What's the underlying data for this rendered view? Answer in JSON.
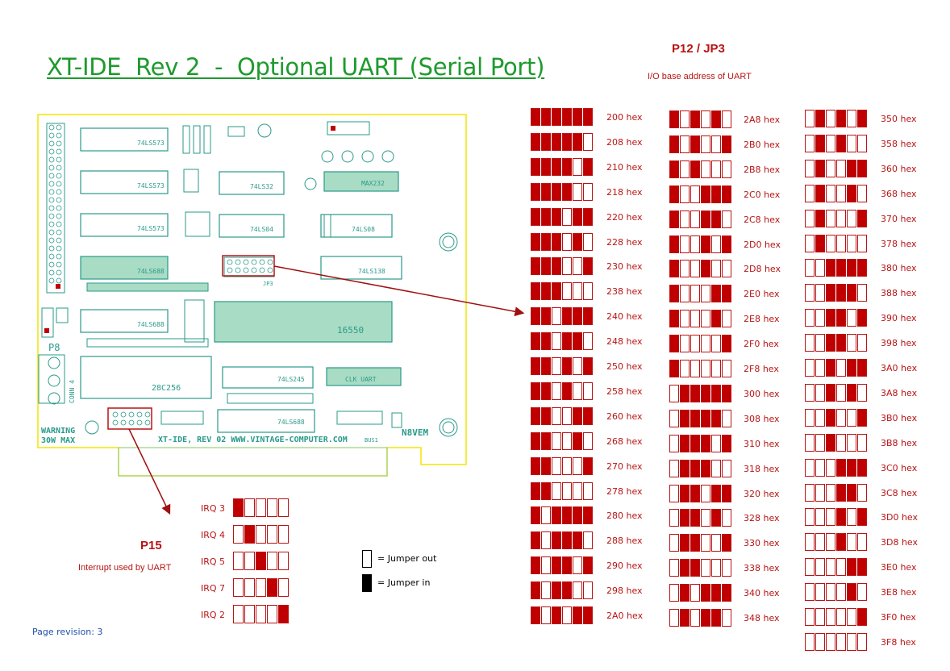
{
  "title": "XT-IDE  Rev 2  -  Optional UART (Serial Port)",
  "p12": {
    "heading": "P12 / JP3",
    "subheading": "I/O base address of UART",
    "columns": [
      [
        {
          "label": "200 hex",
          "bits": [
            1,
            1,
            1,
            1,
            1,
            1
          ]
        },
        {
          "label": "208 hex",
          "bits": [
            1,
            1,
            1,
            1,
            1,
            0
          ]
        },
        {
          "label": "210 hex",
          "bits": [
            1,
            1,
            1,
            1,
            0,
            1
          ]
        },
        {
          "label": "218 hex",
          "bits": [
            1,
            1,
            1,
            1,
            0,
            0
          ]
        },
        {
          "label": "220 hex",
          "bits": [
            1,
            1,
            1,
            0,
            1,
            1
          ]
        },
        {
          "label": "228 hex",
          "bits": [
            1,
            1,
            1,
            0,
            1,
            0
          ]
        },
        {
          "label": "230 hex",
          "bits": [
            1,
            1,
            1,
            0,
            0,
            1
          ]
        },
        {
          "label": "238 hex",
          "bits": [
            1,
            1,
            1,
            0,
            0,
            0
          ]
        },
        {
          "label": "240 hex",
          "bits": [
            1,
            1,
            0,
            1,
            1,
            1
          ]
        },
        {
          "label": "248 hex",
          "bits": [
            1,
            1,
            0,
            1,
            1,
            0
          ]
        },
        {
          "label": "250 hex",
          "bits": [
            1,
            1,
            0,
            1,
            0,
            1
          ]
        },
        {
          "label": "258 hex",
          "bits": [
            1,
            1,
            0,
            1,
            0,
            0
          ]
        },
        {
          "label": "260 hex",
          "bits": [
            1,
            1,
            0,
            0,
            1,
            1
          ]
        },
        {
          "label": "268 hex",
          "bits": [
            1,
            1,
            0,
            0,
            1,
            0
          ]
        },
        {
          "label": "270 hex",
          "bits": [
            1,
            1,
            0,
            0,
            0,
            1
          ]
        },
        {
          "label": "278 hex",
          "bits": [
            1,
            1,
            0,
            0,
            0,
            0
          ]
        },
        {
          "label": "280 hex",
          "bits": [
            1,
            0,
            1,
            1,
            1,
            1
          ]
        },
        {
          "label": "288 hex",
          "bits": [
            1,
            0,
            1,
            1,
            1,
            0
          ]
        },
        {
          "label": "290 hex",
          "bits": [
            1,
            0,
            1,
            1,
            0,
            1
          ]
        },
        {
          "label": "298 hex",
          "bits": [
            1,
            0,
            1,
            1,
            0,
            0
          ]
        },
        {
          "label": "2A0 hex",
          "bits": [
            1,
            0,
            1,
            0,
            1,
            1
          ]
        }
      ],
      [
        {
          "label": "2A8 hex",
          "bits": [
            1,
            0,
            1,
            0,
            1,
            0
          ]
        },
        {
          "label": "2B0 hex",
          "bits": [
            1,
            0,
            1,
            0,
            0,
            1
          ]
        },
        {
          "label": "2B8 hex",
          "bits": [
            1,
            0,
            1,
            0,
            0,
            0
          ]
        },
        {
          "label": "2C0 hex",
          "bits": [
            1,
            0,
            0,
            1,
            1,
            1
          ]
        },
        {
          "label": "2C8 hex",
          "bits": [
            1,
            0,
            0,
            1,
            1,
            0
          ]
        },
        {
          "label": "2D0 hex",
          "bits": [
            1,
            0,
            0,
            1,
            0,
            1
          ]
        },
        {
          "label": "2D8 hex",
          "bits": [
            1,
            0,
            0,
            1,
            0,
            0
          ]
        },
        {
          "label": "2E0 hex",
          "bits": [
            1,
            0,
            0,
            0,
            1,
            1
          ]
        },
        {
          "label": "2E8 hex",
          "bits": [
            1,
            0,
            0,
            0,
            1,
            0
          ]
        },
        {
          "label": "2F0 hex",
          "bits": [
            1,
            0,
            0,
            0,
            0,
            1
          ]
        },
        {
          "label": "2F8 hex",
          "bits": [
            1,
            0,
            0,
            0,
            0,
            0
          ]
        },
        {
          "label": "300 hex",
          "bits": [
            0,
            1,
            1,
            1,
            1,
            1
          ]
        },
        {
          "label": "308 hex",
          "bits": [
            0,
            1,
            1,
            1,
            1,
            0
          ]
        },
        {
          "label": "310 hex",
          "bits": [
            0,
            1,
            1,
            1,
            0,
            1
          ]
        },
        {
          "label": "318 hex",
          "bits": [
            0,
            1,
            1,
            1,
            0,
            0
          ]
        },
        {
          "label": "320 hex",
          "bits": [
            0,
            1,
            1,
            0,
            1,
            1
          ]
        },
        {
          "label": "328 hex",
          "bits": [
            0,
            1,
            1,
            0,
            1,
            0
          ]
        },
        {
          "label": "330 hex",
          "bits": [
            0,
            1,
            1,
            0,
            0,
            1
          ]
        },
        {
          "label": "338 hex",
          "bits": [
            0,
            1,
            1,
            0,
            0,
            0
          ]
        },
        {
          "label": "340 hex",
          "bits": [
            0,
            1,
            0,
            1,
            1,
            1
          ]
        },
        {
          "label": "348 hex",
          "bits": [
            0,
            1,
            0,
            1,
            1,
            0
          ]
        }
      ],
      [
        {
          "label": "350 hex",
          "bits": [
            0,
            1,
            0,
            1,
            0,
            1
          ]
        },
        {
          "label": "358 hex",
          "bits": [
            0,
            1,
            0,
            1,
            0,
            0
          ]
        },
        {
          "label": "360 hex",
          "bits": [
            0,
            1,
            0,
            0,
            1,
            1
          ]
        },
        {
          "label": "368 hex",
          "bits": [
            0,
            1,
            0,
            0,
            1,
            0
          ]
        },
        {
          "label": "370 hex",
          "bits": [
            0,
            1,
            0,
            0,
            0,
            1
          ]
        },
        {
          "label": "378 hex",
          "bits": [
            0,
            1,
            0,
            0,
            0,
            0
          ]
        },
        {
          "label": "380 hex",
          "bits": [
            0,
            0,
            1,
            1,
            1,
            1
          ]
        },
        {
          "label": "388 hex",
          "bits": [
            0,
            0,
            1,
            1,
            1,
            0
          ]
        },
        {
          "label": "390 hex",
          "bits": [
            0,
            0,
            1,
            1,
            0,
            1
          ]
        },
        {
          "label": "398 hex",
          "bits": [
            0,
            0,
            1,
            1,
            0,
            0
          ]
        },
        {
          "label": "3A0 hex",
          "bits": [
            0,
            0,
            1,
            0,
            1,
            1
          ]
        },
        {
          "label": "3A8 hex",
          "bits": [
            0,
            0,
            1,
            0,
            1,
            0
          ]
        },
        {
          "label": "3B0 hex",
          "bits": [
            0,
            0,
            1,
            0,
            0,
            1
          ]
        },
        {
          "label": "3B8 hex",
          "bits": [
            0,
            0,
            1,
            0,
            0,
            0
          ]
        },
        {
          "label": "3C0 hex",
          "bits": [
            0,
            0,
            0,
            1,
            1,
            1
          ]
        },
        {
          "label": "3C8 hex",
          "bits": [
            0,
            0,
            0,
            1,
            1,
            0
          ]
        },
        {
          "label": "3D0 hex",
          "bits": [
            0,
            0,
            0,
            1,
            0,
            1
          ]
        },
        {
          "label": "3D8 hex",
          "bits": [
            0,
            0,
            0,
            1,
            0,
            0
          ]
        },
        {
          "label": "3E0 hex",
          "bits": [
            0,
            0,
            0,
            0,
            1,
            1
          ]
        },
        {
          "label": "3E8 hex",
          "bits": [
            0,
            0,
            0,
            0,
            1,
            0
          ]
        },
        {
          "label": "3F0 hex",
          "bits": [
            0,
            0,
            0,
            0,
            0,
            1
          ]
        },
        {
          "label": "3F8 hex",
          "bits": [
            0,
            0,
            0,
            0,
            0,
            0
          ]
        }
      ]
    ]
  },
  "p15": {
    "heading": "P15",
    "subheading": "Interrupt used by UART",
    "rows": [
      {
        "label": "IRQ 3",
        "bits": [
          1,
          0,
          0,
          0,
          0
        ]
      },
      {
        "label": "IRQ 4",
        "bits": [
          0,
          1,
          0,
          0,
          0
        ]
      },
      {
        "label": "IRQ 5",
        "bits": [
          0,
          0,
          1,
          0,
          0
        ]
      },
      {
        "label": "IRQ 7",
        "bits": [
          0,
          0,
          0,
          1,
          0
        ]
      },
      {
        "label": "IRQ 2",
        "bits": [
          0,
          0,
          0,
          0,
          1
        ]
      }
    ]
  },
  "legend": {
    "out": "= Jumper out",
    "in": "= Jumper in"
  },
  "page_revision": "Page revision: 3",
  "board": {
    "silkscreen": "XT-IDE, REV 02 WWW.VINTAGE-COMPUTER.COM",
    "designer": "N8VEM",
    "warning_line1": "WARNING",
    "warning_line2": "30W MAX",
    "chips": {
      "u4": "74LS573",
      "u3": "74LS573",
      "u2": "74LS573",
      "u5": "74LS688",
      "u6": "74LS688",
      "u8": "74LS32",
      "u9": "74LS04",
      "u13": "MAX232",
      "u14": "74LS08",
      "u7": "74LS138",
      "u12": "16550",
      "u10": "28C256",
      "u1": "74LS245",
      "u9b": "74LS688",
      "p13": "CLK UART"
    },
    "labels": {
      "p8": "P8",
      "jp3": "JP3",
      "conn4": "CONN 4",
      "bus1": "BUS1"
    }
  },
  "colors": {
    "jumper_red": "#c00000",
    "title_green": "#1e9a2e",
    "board_outline": "#f2e600",
    "component": "#2a9a8a",
    "arrow": "#a01010"
  }
}
